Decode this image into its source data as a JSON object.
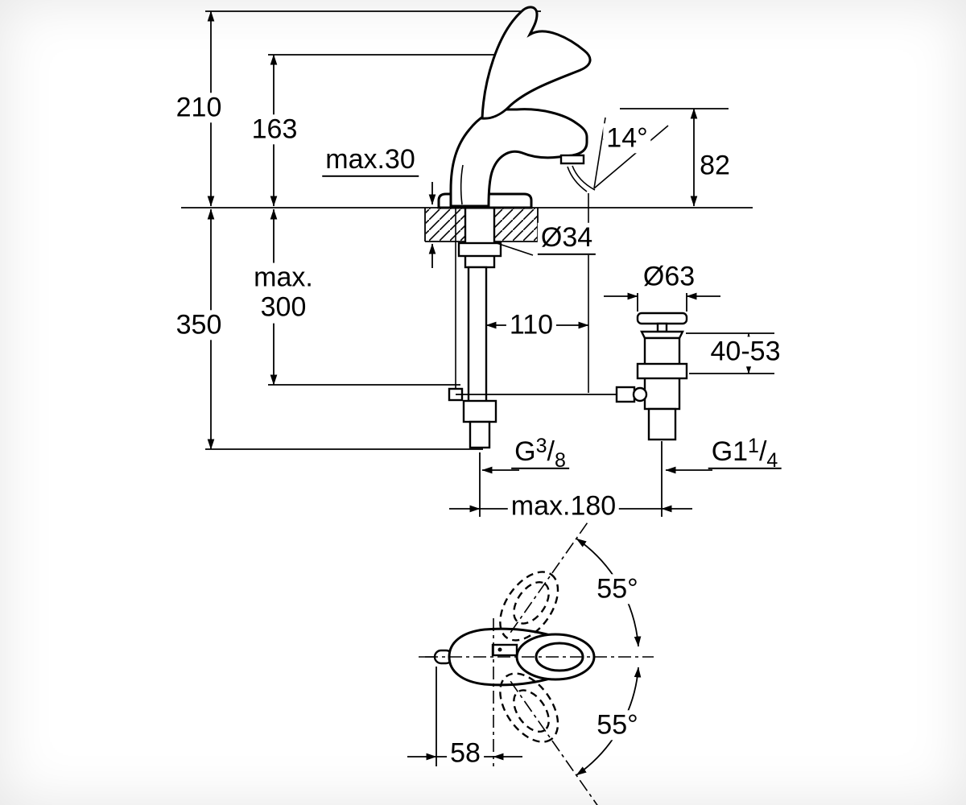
{
  "meta": {
    "background": "#ffffff",
    "ink": "#000000",
    "drawing_type": "faucet-installation-dimension-drawing"
  },
  "labels": {
    "height_total": "210",
    "height_spout": "163",
    "deck_max": "max.30",
    "spout_angle": "14°",
    "outlet_height": "82",
    "hole_dia": "Ø34",
    "flange_dia": "Ø63",
    "hose_max_1": "max.",
    "hose_max_2": "300",
    "depth_total": "350",
    "reach": "110",
    "clamp_range": "40-53",
    "thread_supply_base": "G",
    "thread_supply_num": "3",
    "thread_supply_slash": "/",
    "thread_supply_den": "8",
    "thread_waste_base": "G1",
    "thread_waste_num": "1",
    "thread_waste_slash": "/",
    "thread_waste_den": "4",
    "spread_max": "max.180",
    "swing_upper": "55°",
    "swing_lower": "55°",
    "handle_offset": "58"
  }
}
